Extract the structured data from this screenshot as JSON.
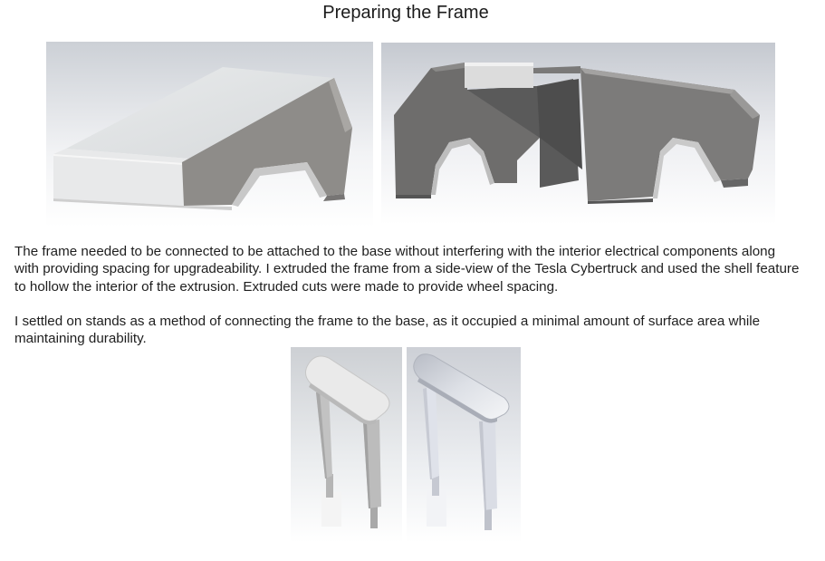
{
  "page": {
    "title": "Preparing the Frame",
    "paragraphs": [
      "The frame needed to be connected to be attached to the base without interfering with the interior electrical components along with providing spacing for upgradeability. I extruded the frame from a side-view of the Tesla Cybertruck and used the shell feature to hollow the interior of the extrusion. Extruded cuts were made to provide wheel spacing.",
      "I settled on stands as a method of connecting the frame to the base, as it occupied a minimal amount of surface area while maintaining durability."
    ]
  }
}
